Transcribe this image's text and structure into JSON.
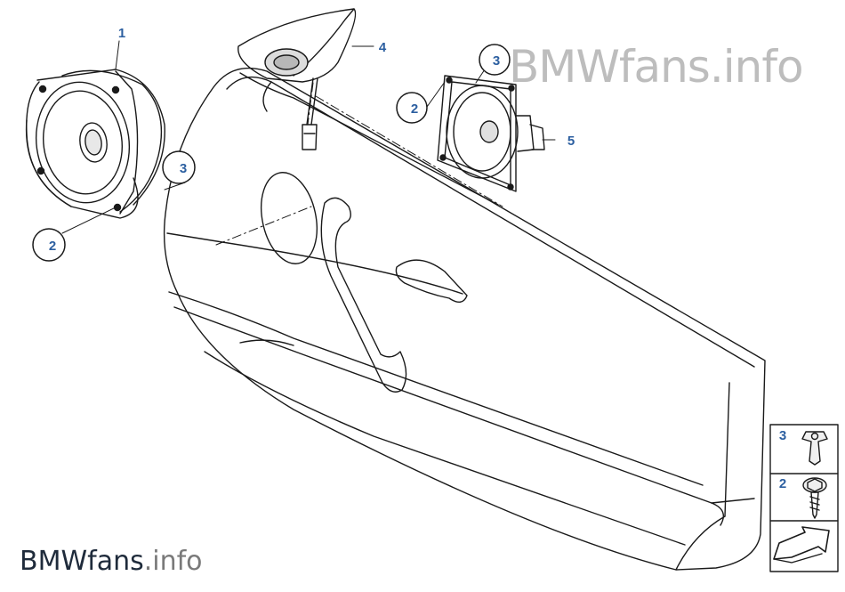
{
  "watermark": {
    "brand": "BMWfans",
    "ext": ".info",
    "full": "BMWfans.info"
  },
  "callouts": [
    {
      "id": "c1",
      "label": "1"
    },
    {
      "id": "c2a",
      "label": "2"
    },
    {
      "id": "c3a",
      "label": "3"
    },
    {
      "id": "c4",
      "label": "4"
    },
    {
      "id": "c3b",
      "label": "3"
    },
    {
      "id": "c2b",
      "label": "2"
    },
    {
      "id": "c5",
      "label": "5"
    }
  ],
  "legend": [
    {
      "label": "3",
      "icon": "clip-nut-icon"
    },
    {
      "label": "2",
      "icon": "screw-icon"
    },
    {
      "label": "",
      "icon": "arrow-icon"
    }
  ],
  "colors": {
    "callout": "#2c5fa0",
    "line": "#1a1a1a",
    "watermark": "#bdbdbd"
  }
}
